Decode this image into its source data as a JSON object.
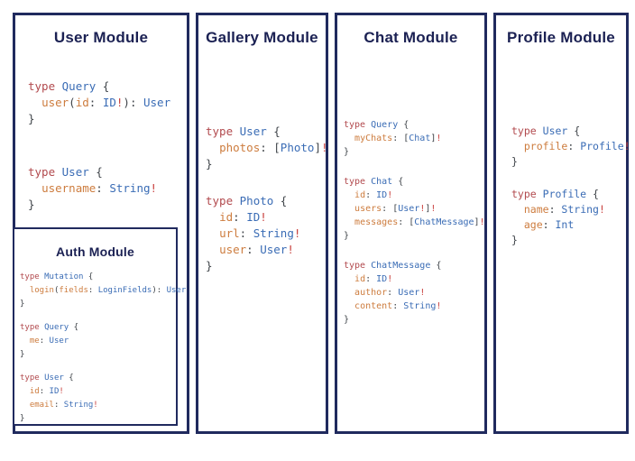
{
  "colors": {
    "background": "#ffffff",
    "border": "#202a5e",
    "title": "#1b2153",
    "keyword": "#b24a4e",
    "type_name": "#3a6cb5",
    "field_name": "#cd7c3e",
    "non_null": "#c9423f",
    "punctuation": "#40454a"
  },
  "panels": [
    {
      "id": "user",
      "title": "User Module",
      "blocks": [
        [
          "type Query {",
          "  user(id: ID!): User",
          "}"
        ],
        [
          "type User {",
          "  username: String!",
          "}"
        ]
      ]
    },
    {
      "id": "auth",
      "title": "Auth Module",
      "blocks": [
        [
          "type Mutation {",
          "  login(fields: LoginFields): User",
          "}"
        ],
        [
          "type Query {",
          "  me: User",
          "}"
        ],
        [
          "type User {",
          "  id: ID!",
          "  email: String!",
          "}"
        ]
      ]
    },
    {
      "id": "gallery",
      "title": "Gallery Module",
      "blocks": [
        [
          "type User {",
          "  photos: [Photo]!",
          "}"
        ],
        [
          "type Photo {",
          "  id: ID!",
          "  url: String!",
          "  user: User!",
          "}"
        ]
      ]
    },
    {
      "id": "chat",
      "title": "Chat Module",
      "blocks": [
        [
          "type Query {",
          "  myChats: [Chat]!",
          "}"
        ],
        [
          "type Chat {",
          "  id: ID!",
          "  users: [User!]!",
          "  messages: [ChatMessage]!",
          "}"
        ],
        [
          "type ChatMessage {",
          "  id: ID!",
          "  author: User!",
          "  content: String!",
          "}"
        ]
      ]
    },
    {
      "id": "profile",
      "title": "Profile Module",
      "blocks": [
        [
          "type User {",
          "  profile: Profile!",
          "}"
        ],
        [
          "type Profile {",
          "  name: String!",
          "  age: Int",
          "}"
        ]
      ]
    }
  ]
}
